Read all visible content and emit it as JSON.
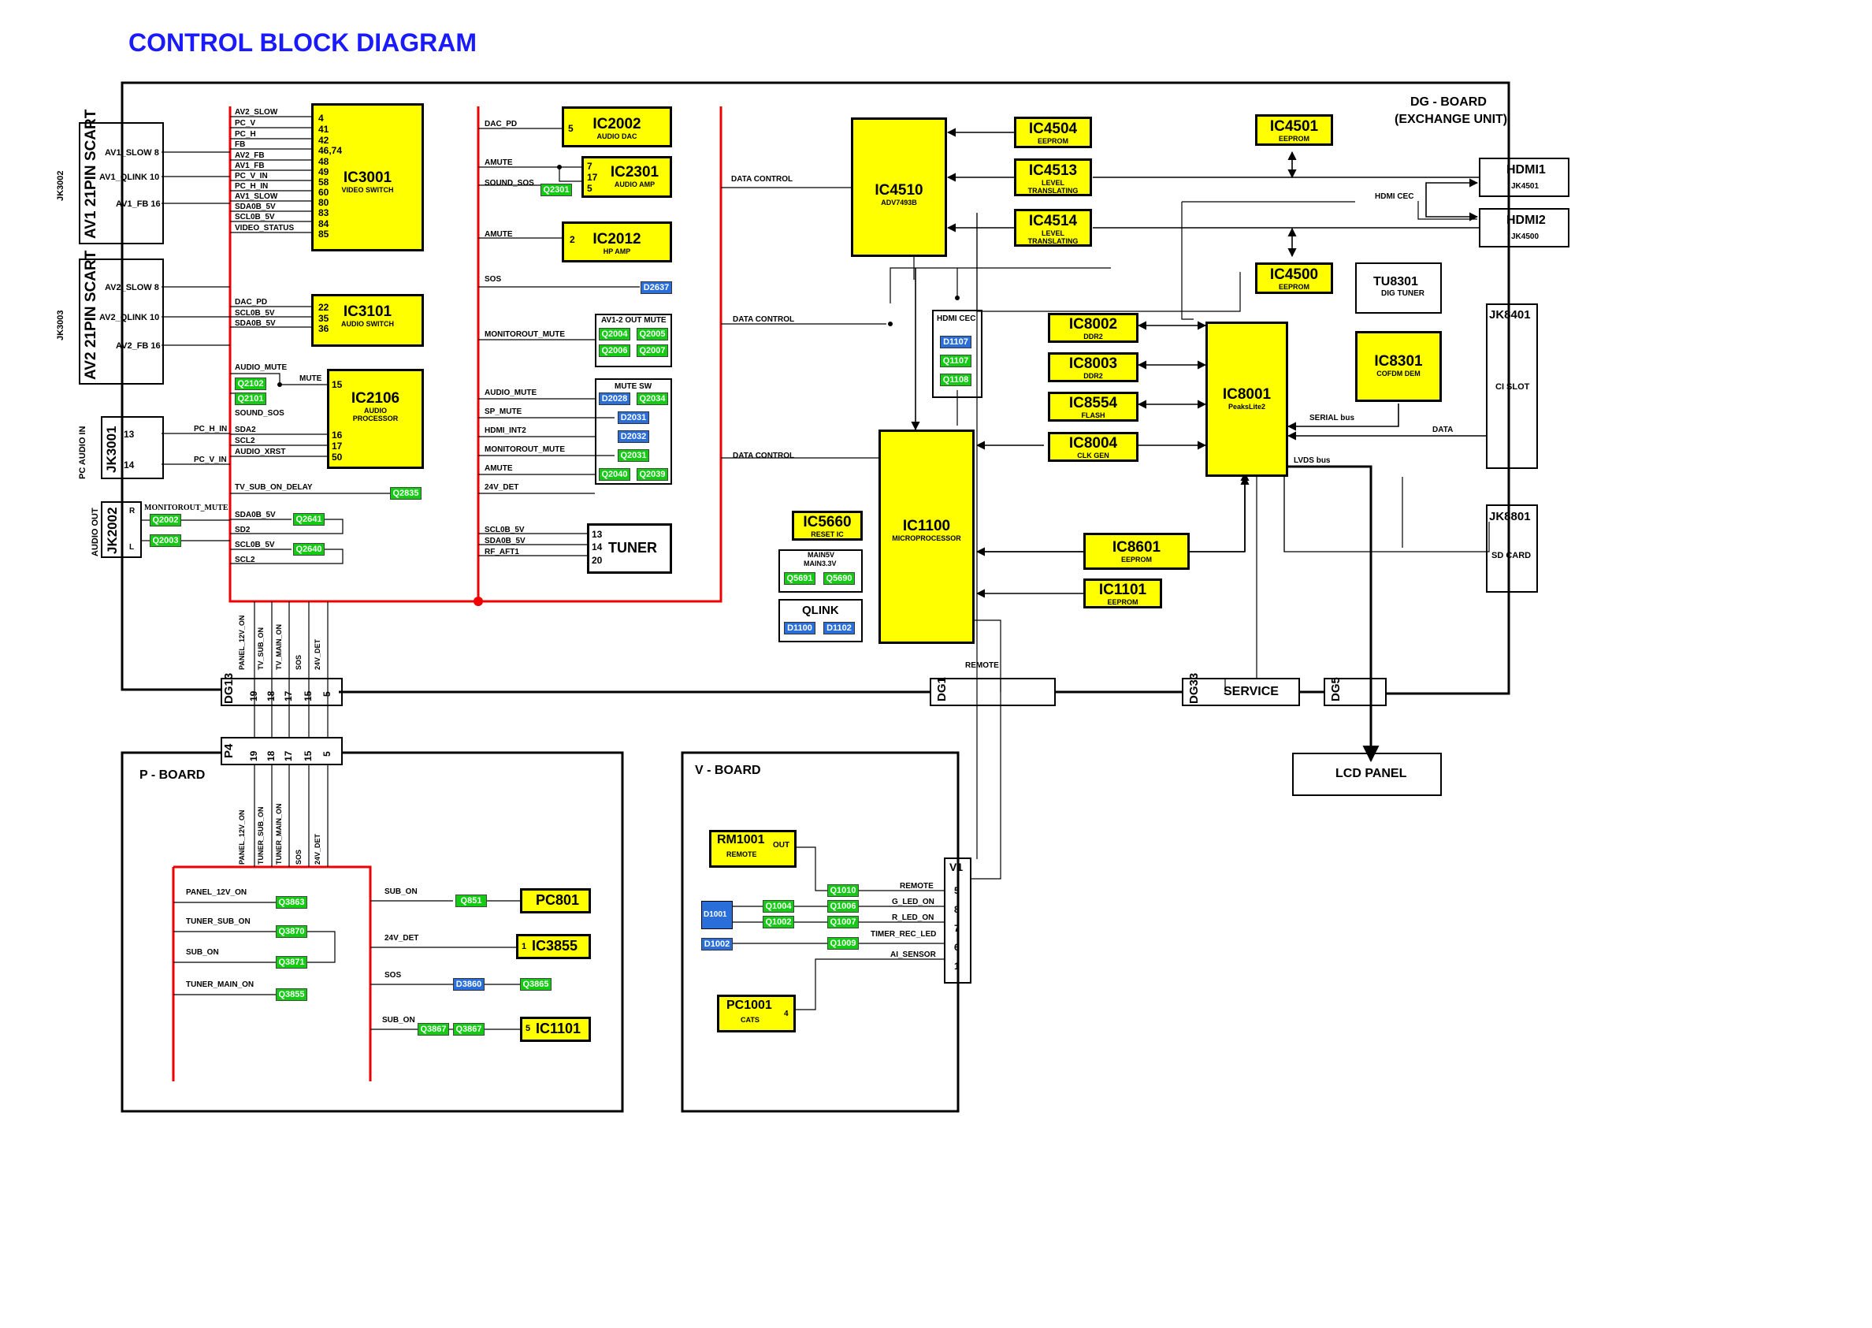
{
  "title": "CONTROL BLOCK DIAGRAM",
  "dg_board": {
    "name": "DG - BOARD",
    "sub": "(EXCHANGE UNIT)"
  },
  "p_board": "P - BOARD",
  "v_board": "V - BOARD",
  "colors": {
    "ic_fill": "#ffff00",
    "transistor": "#11cc11",
    "diode": "#2a6fd9",
    "bus_line": "#ff0000",
    "title": "#1a1aff"
  },
  "connectors": {
    "jk3002": {
      "ref": "JK3002",
      "name": "AV1 21PIN SCART",
      "pins": [
        "AV1_SLOW 8",
        "AV1_QLINK 10",
        "AV1_FB 16"
      ]
    },
    "jk3003": {
      "ref": "JK3003",
      "name": "AV2 21PIN SCART",
      "pins": [
        "AV2_SLOW 8",
        "AV2_QLINK 10",
        "AV2_FB 16"
      ]
    },
    "jk3001": {
      "name": "JK3001",
      "side": "PC AUDIO IN",
      "p13": "13",
      "p14": "14",
      "s1": "PC_H_IN",
      "s2": "PC_V_IN"
    },
    "jk2002": {
      "name": "JK2002",
      "side": "AUDIO OUT",
      "r": "R",
      "l": "L",
      "mon": "MONITOROUT_MUTE",
      "q1": "Q2002",
      "q2": "Q2003"
    },
    "hdmi1": {
      "name": "HDMI1",
      "ref": "JK4501"
    },
    "hdmi2": {
      "name": "HDMI2",
      "ref": "JK4500"
    },
    "hdmi_cec": "HDMI CEC",
    "jk8401": {
      "name": "JK8401",
      "label": "CI SLOT"
    },
    "jk8801": {
      "name": "JK8801",
      "label": "SD CARD"
    },
    "dg13": {
      "name": "DG13",
      "pins": [
        "19",
        "18",
        "17",
        "15",
        "5"
      ]
    },
    "p4": {
      "name": "P4",
      "pins": [
        "19",
        "18",
        "17",
        "15",
        "5"
      ]
    },
    "dg1": "DG1",
    "dg33": {
      "name": "DG33",
      "label": "SERVICE"
    },
    "dg5": "DG5",
    "lcd": "LCD PANEL",
    "v1": {
      "name": "V1",
      "pins": [
        "5",
        "8",
        "7",
        "6",
        "1"
      ]
    }
  },
  "ics": {
    "ic3001": {
      "name": "IC3001",
      "sub": "VIDEO SWITCH",
      "signals": [
        "AV2_SLOW",
        "PC_V",
        "PC_H",
        "FB",
        "AV2_FB",
        "AV1_FB",
        "PC_V_IN",
        "PC_H_IN",
        "AV1_SLOW",
        "SDA0B_5V",
        "SCL0B_5V",
        "VIDEO_STATUS"
      ],
      "pins": [
        "4",
        "41",
        "42",
        "46,74",
        "48",
        "49",
        "58",
        "60",
        "80",
        "83",
        "84",
        "85"
      ]
    },
    "ic3101": {
      "name": "IC3101",
      "sub": "AUDIO SWITCH",
      "signals": [
        "DAC_PD",
        "SCL0B_5V",
        "SDA0B_5V"
      ],
      "pins": [
        "22",
        "35",
        "36"
      ]
    },
    "ic2106": {
      "name": "IC2106",
      "sub1": "AUDIO",
      "sub2": "PROCESSOR",
      "pins": [
        "15",
        "16",
        "17",
        "50"
      ],
      "mute": "MUTE",
      "signals": [
        "AUDIO_MUTE",
        "SOUND_SOS",
        "SDA2",
        "SCL2",
        "AUDIO_XRST"
      ],
      "q1": "Q2102",
      "q2": "Q2101"
    },
    "ic2002": {
      "name": "IC2002",
      "sub": "AUDIO DAC",
      "pin": "5",
      "sig": "DAC_PD"
    },
    "ic2301": {
      "name": "IC2301",
      "sub": "AUDIO AMP",
      "pins": [
        "7",
        "17",
        "5"
      ],
      "s1": "AMUTE",
      "s2": "SOUND_SOS",
      "q": "Q2301"
    },
    "ic2012": {
      "name": "IC2012",
      "sub": "HP AMP",
      "pin": "2",
      "sig": "AMUTE"
    },
    "tuner": {
      "name": "TUNER",
      "pins": [
        "13",
        "14",
        "20"
      ],
      "signals": [
        "SCL0B_5V",
        "SDA0B_5V",
        "RF_AFT1"
      ]
    },
    "ic4510": {
      "name": "IC4510",
      "sub": "ADV7493B"
    },
    "ic4504": {
      "name": "IC4504",
      "sub": "EEPROM"
    },
    "ic4513": {
      "name": "IC4513",
      "sub1": "LEVEL",
      "sub2": "TRANSLATING"
    },
    "ic4514": {
      "name": "IC4514",
      "sub1": "LEVEL",
      "sub2": "TRANSLATING"
    },
    "ic4501": {
      "name": "IC4501",
      "sub": "EEPROM"
    },
    "ic4500": {
      "name": "IC4500",
      "sub": "EEPROM"
    },
    "tu8301": {
      "name": "TU8301",
      "sub": "DIG TUNER"
    },
    "ic8301": {
      "name": "IC8301",
      "sub": "COFDM DEM"
    },
    "ic8001": {
      "name": "IC8001",
      "sub": "PeaksLite2"
    },
    "ic8002": {
      "name": "IC8002",
      "sub": "DDR2"
    },
    "ic8003": {
      "name": "IC8003",
      "sub": "DDR2"
    },
    "ic8554": {
      "name": "IC8554",
      "sub": "FLASH"
    },
    "ic8004": {
      "name": "IC8004",
      "sub": "CLK GEN"
    },
    "ic1100": {
      "name": "IC1100",
      "sub": "MICROPROCESSOR"
    },
    "ic5660": {
      "name": "IC5660",
      "sub": "RESET IC"
    },
    "ic8601": {
      "name": "IC8601",
      "sub": "EEPROM"
    },
    "ic1101": {
      "name": "IC1101",
      "sub": "EEPROM"
    }
  },
  "groups": {
    "hdmi_cec_group": {
      "title": "HDMI CEC",
      "d": "D1107",
      "q1": "Q1107",
      "q2": "Q1108"
    },
    "av_out_mute": {
      "title": "AV1-2 OUT MUTE",
      "q": [
        "Q2004",
        "Q2005",
        "Q2006",
        "Q2007"
      ]
    },
    "mute_sw": {
      "title": "MUTE SW",
      "items": [
        "D2028",
        "Q2034",
        "D2031",
        "D2032",
        "Q2031",
        "Q2040",
        "Q2039"
      ]
    },
    "main5v": {
      "title1": "MAIN5V",
      "title2": "MAIN3.3V",
      "q1": "Q5691",
      "q2": "Q5690"
    },
    "qlink": {
      "title": "QLINK",
      "d1": "D1100",
      "d2": "D1102"
    }
  },
  "signals": {
    "dac_pd": "DAC_PD",
    "sos": "SOS",
    "sos_d": "D2637",
    "monitorout_mute": "MONITOROUT_MUTE",
    "audio_mute": "AUDIO_MUTE",
    "sp_mute": "SP_MUTE",
    "hdmi_int2": "HDMI_INT2",
    "monitorout_mute2": "MONITOROUT_MUTE",
    "amute": "AMUTE",
    "det24v": "24V_DET",
    "tv_sub_on_delay": "TV_SUB_ON_DELAY",
    "q2835": "Q2835",
    "sda0b": "SDA0B_5V",
    "sd2": "SD2",
    "scl0b": "SCL0B_5V",
    "scl2": "SCL2",
    "q2641": "Q2641",
    "q2640": "Q2640",
    "data_control1": "DATA CONTROL",
    "data_control2": "DATA CONTROL",
    "data_control3": "DATA CONTROL",
    "serial_bus": "SERIAL bus",
    "data": "DATA",
    "lvds_bus": "LVDS bus",
    "remote": "REMOTE",
    "dg13_sigs": [
      "PANEL_12V_ON",
      "TV_SUB_ON",
      "TV_MAIN_ON",
      "SOS",
      "24V_DET"
    ],
    "p4_sigs": [
      "PANEL_12V_ON",
      "TUNER_SUB_ON",
      "TUNER_MAIN_ON",
      "SOS",
      "24V_DET"
    ]
  },
  "pboard": {
    "left": [
      {
        "sig": "PANEL_12V_ON",
        "q": "Q3863"
      },
      {
        "sig": "TUNER_SUB_ON",
        "q": "Q3870"
      },
      {
        "sig": "SUB_ON",
        "q": "Q3871"
      },
      {
        "sig": "TUNER_MAIN_ON",
        "q": "Q3855"
      }
    ],
    "sub_on": "SUB_ON",
    "q851": "Q851",
    "pc801": "PC801",
    "det24v": "24V_DET",
    "ic3855": "IC3855",
    "ic3855_pin": "1",
    "sos": "SOS",
    "d3860": "D3860",
    "q3865": "Q3865",
    "sub_on2": "SUB_ON",
    "q3867a": "Q3867",
    "q3867b": "Q3867",
    "ic1101": "IC1101",
    "ic1101_pin": "5"
  },
  "vboard": {
    "rm1001": "RM1001",
    "rm_sub": "REMOTE",
    "out": "OUT",
    "pc1001": "PC1001",
    "pc_sub": "CATS",
    "pc_pin": "4",
    "d1001": "D1001",
    "d1002": "D1002",
    "q": [
      "Q1010",
      "Q1004",
      "Q1006",
      "Q1002",
      "Q1007",
      "Q1009"
    ],
    "sigs": [
      "REMOTE",
      "G_LED_ON",
      "R_LED_ON",
      "TIMER_REC_LED",
      "AI_SENSOR"
    ]
  }
}
